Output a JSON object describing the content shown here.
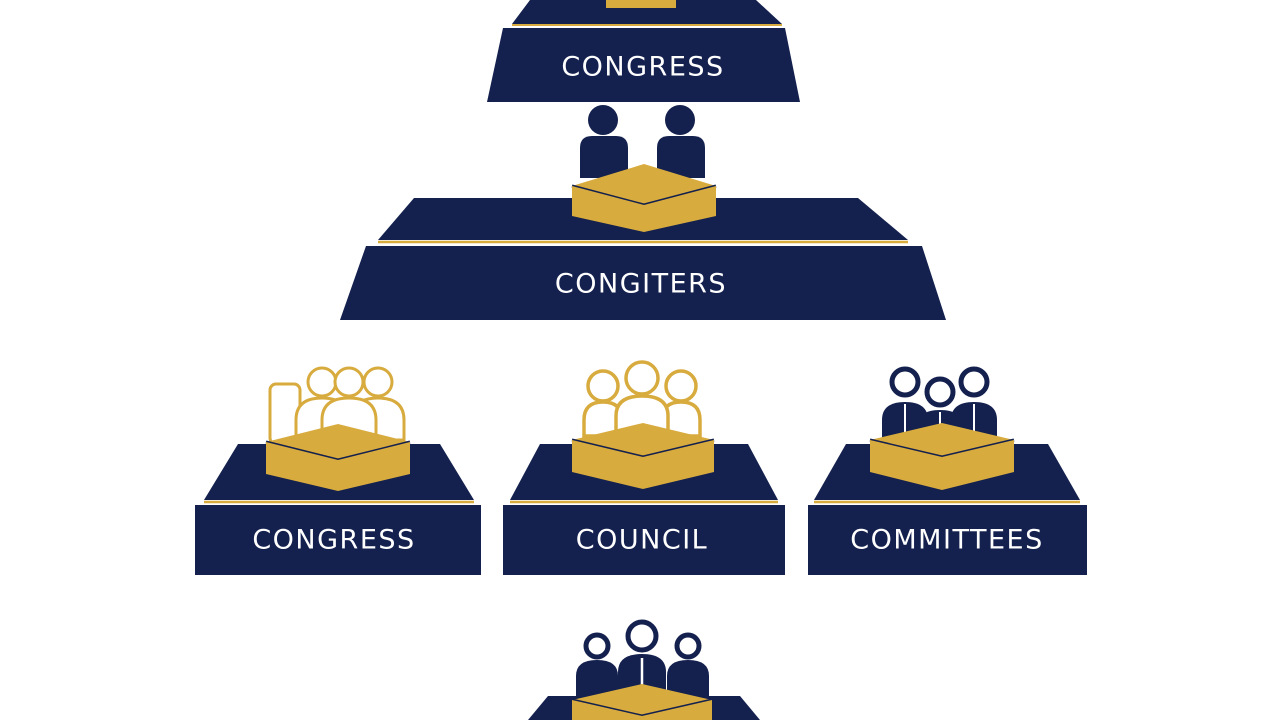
{
  "colors": {
    "navy": "#14214e",
    "gold": "#d8ab3e",
    "white": "#ffffff"
  },
  "tiers": {
    "top": {
      "label": "CONGRESS"
    },
    "middle": {
      "label": "CONGITERS"
    },
    "left": {
      "label": "CONGRESS"
    },
    "center": {
      "label": "COUNCIL"
    },
    "right": {
      "label": "COMMITTEES"
    }
  }
}
